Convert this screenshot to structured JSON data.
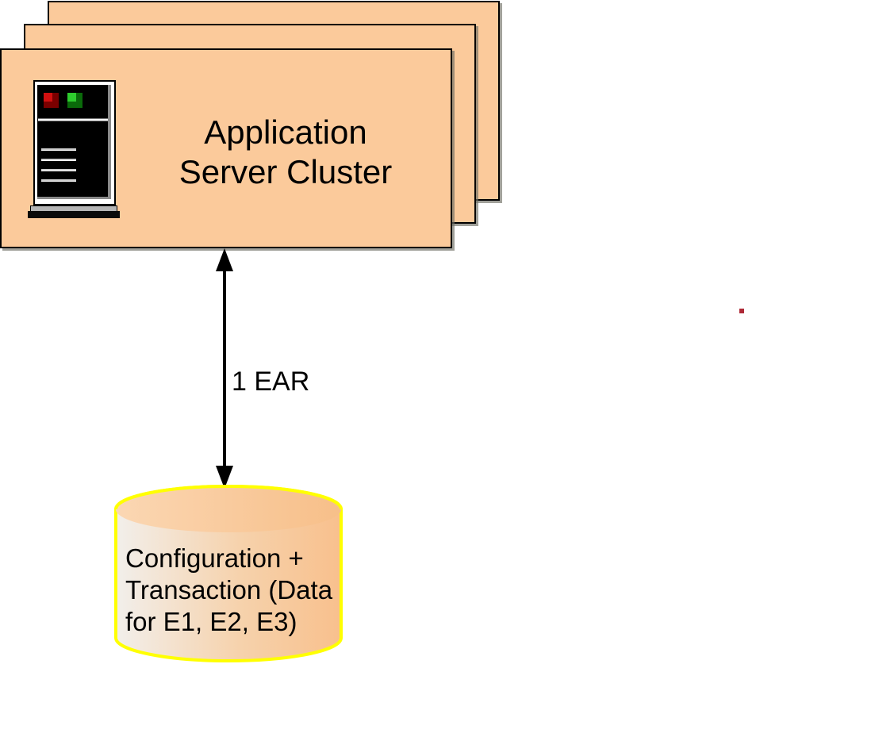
{
  "diagram": {
    "background": "#FFFFFF",
    "cluster": {
      "label_lines": [
        "Application",
        "Server Cluster"
      ],
      "stack_count": 3,
      "box_fill": "#FBCA9B",
      "box_border": "#000000",
      "box_shadow": "#8C8C85",
      "server_icon": {
        "name": "tower-server",
        "led_red": "#D01010",
        "led_green": "#2ECC2E"
      }
    },
    "connector": {
      "label": "1 EAR",
      "style": "double-headed-vertical-arrow",
      "color": "#000000"
    },
    "database": {
      "label_lines": [
        "Configuration +",
        "Transaction (Data",
        "for E1, E2, E3)"
      ],
      "border_color": "#FFFF00",
      "body_fill_left": "#F2EFEB",
      "body_fill_mid": "#F6D2AC",
      "body_fill_right": "#F8C08D",
      "lid_fill_left": "#FBD7B3",
      "lid_fill_right": "#F7BF89"
    },
    "artifact_dot": {
      "color": "#AE2936"
    }
  }
}
